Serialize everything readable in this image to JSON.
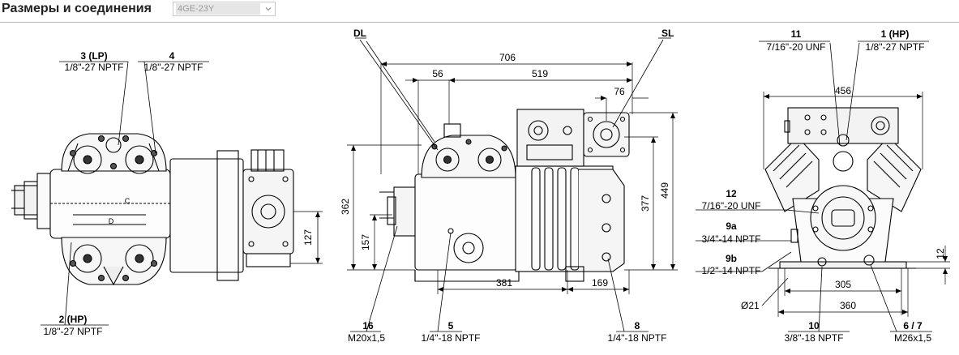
{
  "header": {
    "title": "Размеры и соединения",
    "model": "4GE-23Y"
  },
  "top_view": {
    "conn_3": {
      "id": "3 (LP)",
      "spec": "1/8\"-27 NPTF"
    },
    "conn_4": {
      "id": "4",
      "spec": "1/8\"-27 NPTF"
    },
    "conn_2": {
      "id": "2 (HP)",
      "spec": "1/8\"-27 NPTF"
    },
    "dim_127": "127",
    "mark_c": "C",
    "mark_d": "D"
  },
  "side_view": {
    "label_dl": "DL",
    "label_sl": "SL",
    "dim_706": "706",
    "dim_56": "56",
    "dim_519": "519",
    "dim_76": "76",
    "dim_362": "362",
    "dim_157": "157",
    "dim_377": "377",
    "dim_449": "449",
    "dim_381": "381",
    "dim_169": "169",
    "conn_16": {
      "id": "16",
      "spec": "M20x1,5"
    },
    "conn_5": {
      "id": "5",
      "spec": "1/4\"-18 NPTF"
    },
    "conn_8": {
      "id": "8",
      "spec": "1/4\"-18 NPTF"
    }
  },
  "end_view": {
    "conn_11": {
      "id": "11",
      "spec": "7/16\"-20 UNF"
    },
    "conn_1": {
      "id": "1 (HP)",
      "spec": "1/8\"-27 NPTF"
    },
    "dim_456": "456",
    "conn_12": {
      "id": "12",
      "spec": "7/16\"-20 UNF"
    },
    "conn_9a": {
      "id": "9a",
      "spec": "3/4\"-14 NPTF"
    },
    "conn_9b": {
      "id": "9b",
      "spec": "1/2\"-14 NPTF"
    },
    "dim_12": "12",
    "dim_305": "305",
    "dim_360": "360",
    "dia_21": "Ø21",
    "conn_10": {
      "id": "10",
      "spec": "3/8\"-18 NPTF"
    },
    "conn_67": {
      "id": "6 / 7",
      "spec": "M26x1,5"
    }
  }
}
